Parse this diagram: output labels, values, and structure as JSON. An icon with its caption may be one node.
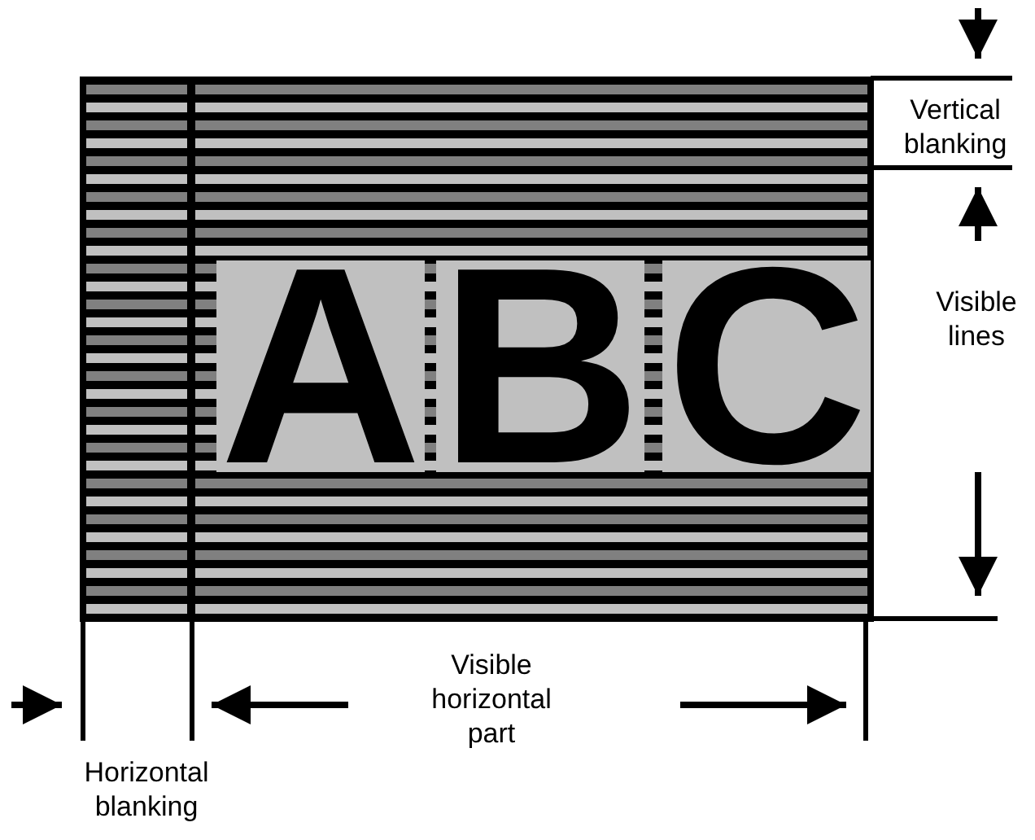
{
  "diagram": {
    "labels": [
      "Vertical blanking",
      "A",
      "B",
      "C",
      "Visible lines",
      "Visible horizontal part",
      "Horizontal blanking"
    ]
  }
}
